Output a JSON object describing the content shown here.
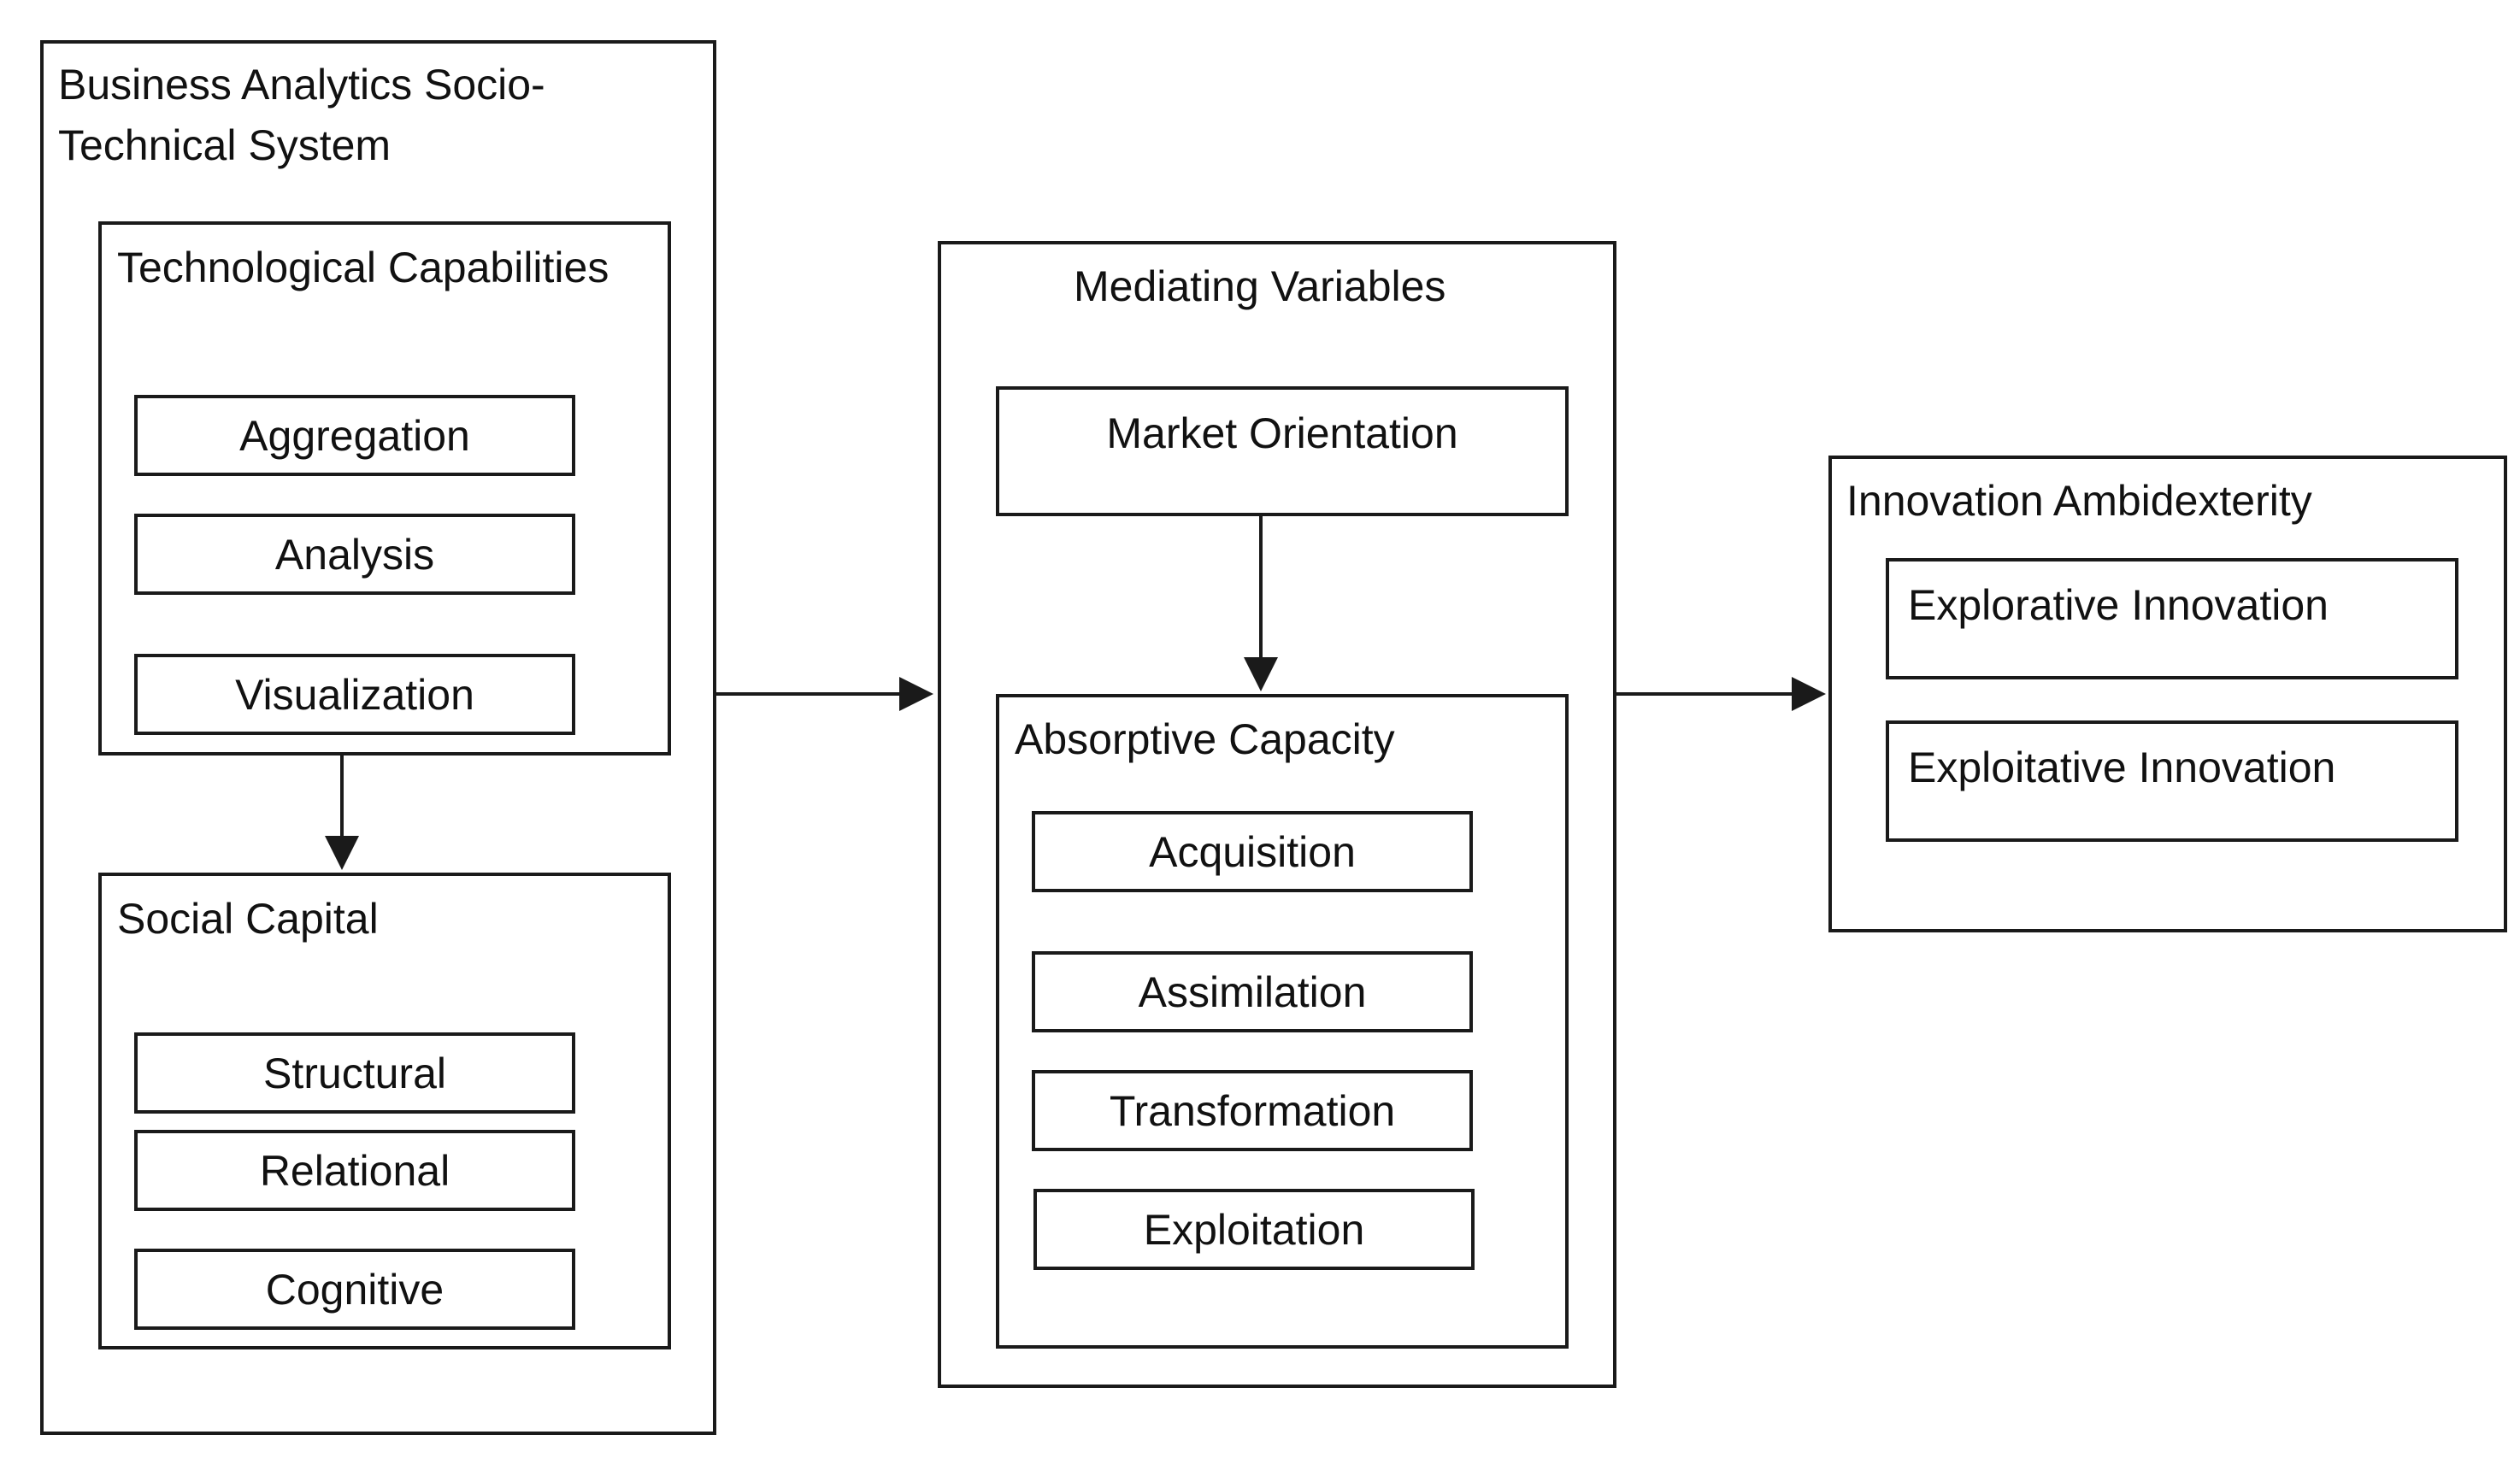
{
  "business_system": {
    "title_line1": "Business Analytics Socio-",
    "title_line2": "Technical System",
    "tech": {
      "title": "Technological Capabilities",
      "items": [
        "Aggregation",
        "Analysis",
        "Visualization"
      ]
    },
    "social": {
      "title": "Social Capital",
      "items": [
        "Structural",
        "Relational",
        "Cognitive"
      ]
    }
  },
  "mediating": {
    "title": "Mediating Variables",
    "market_orientation": "Market Orientation",
    "absorptive": {
      "title": "Absorptive Capacity",
      "items": [
        "Acquisition",
        "Assimilation",
        "Transformation",
        "Exploitation"
      ]
    }
  },
  "innovation": {
    "title": "Innovation Ambidexterity",
    "items": [
      "Explorative Innovation",
      "Exploitative Innovation"
    ]
  }
}
